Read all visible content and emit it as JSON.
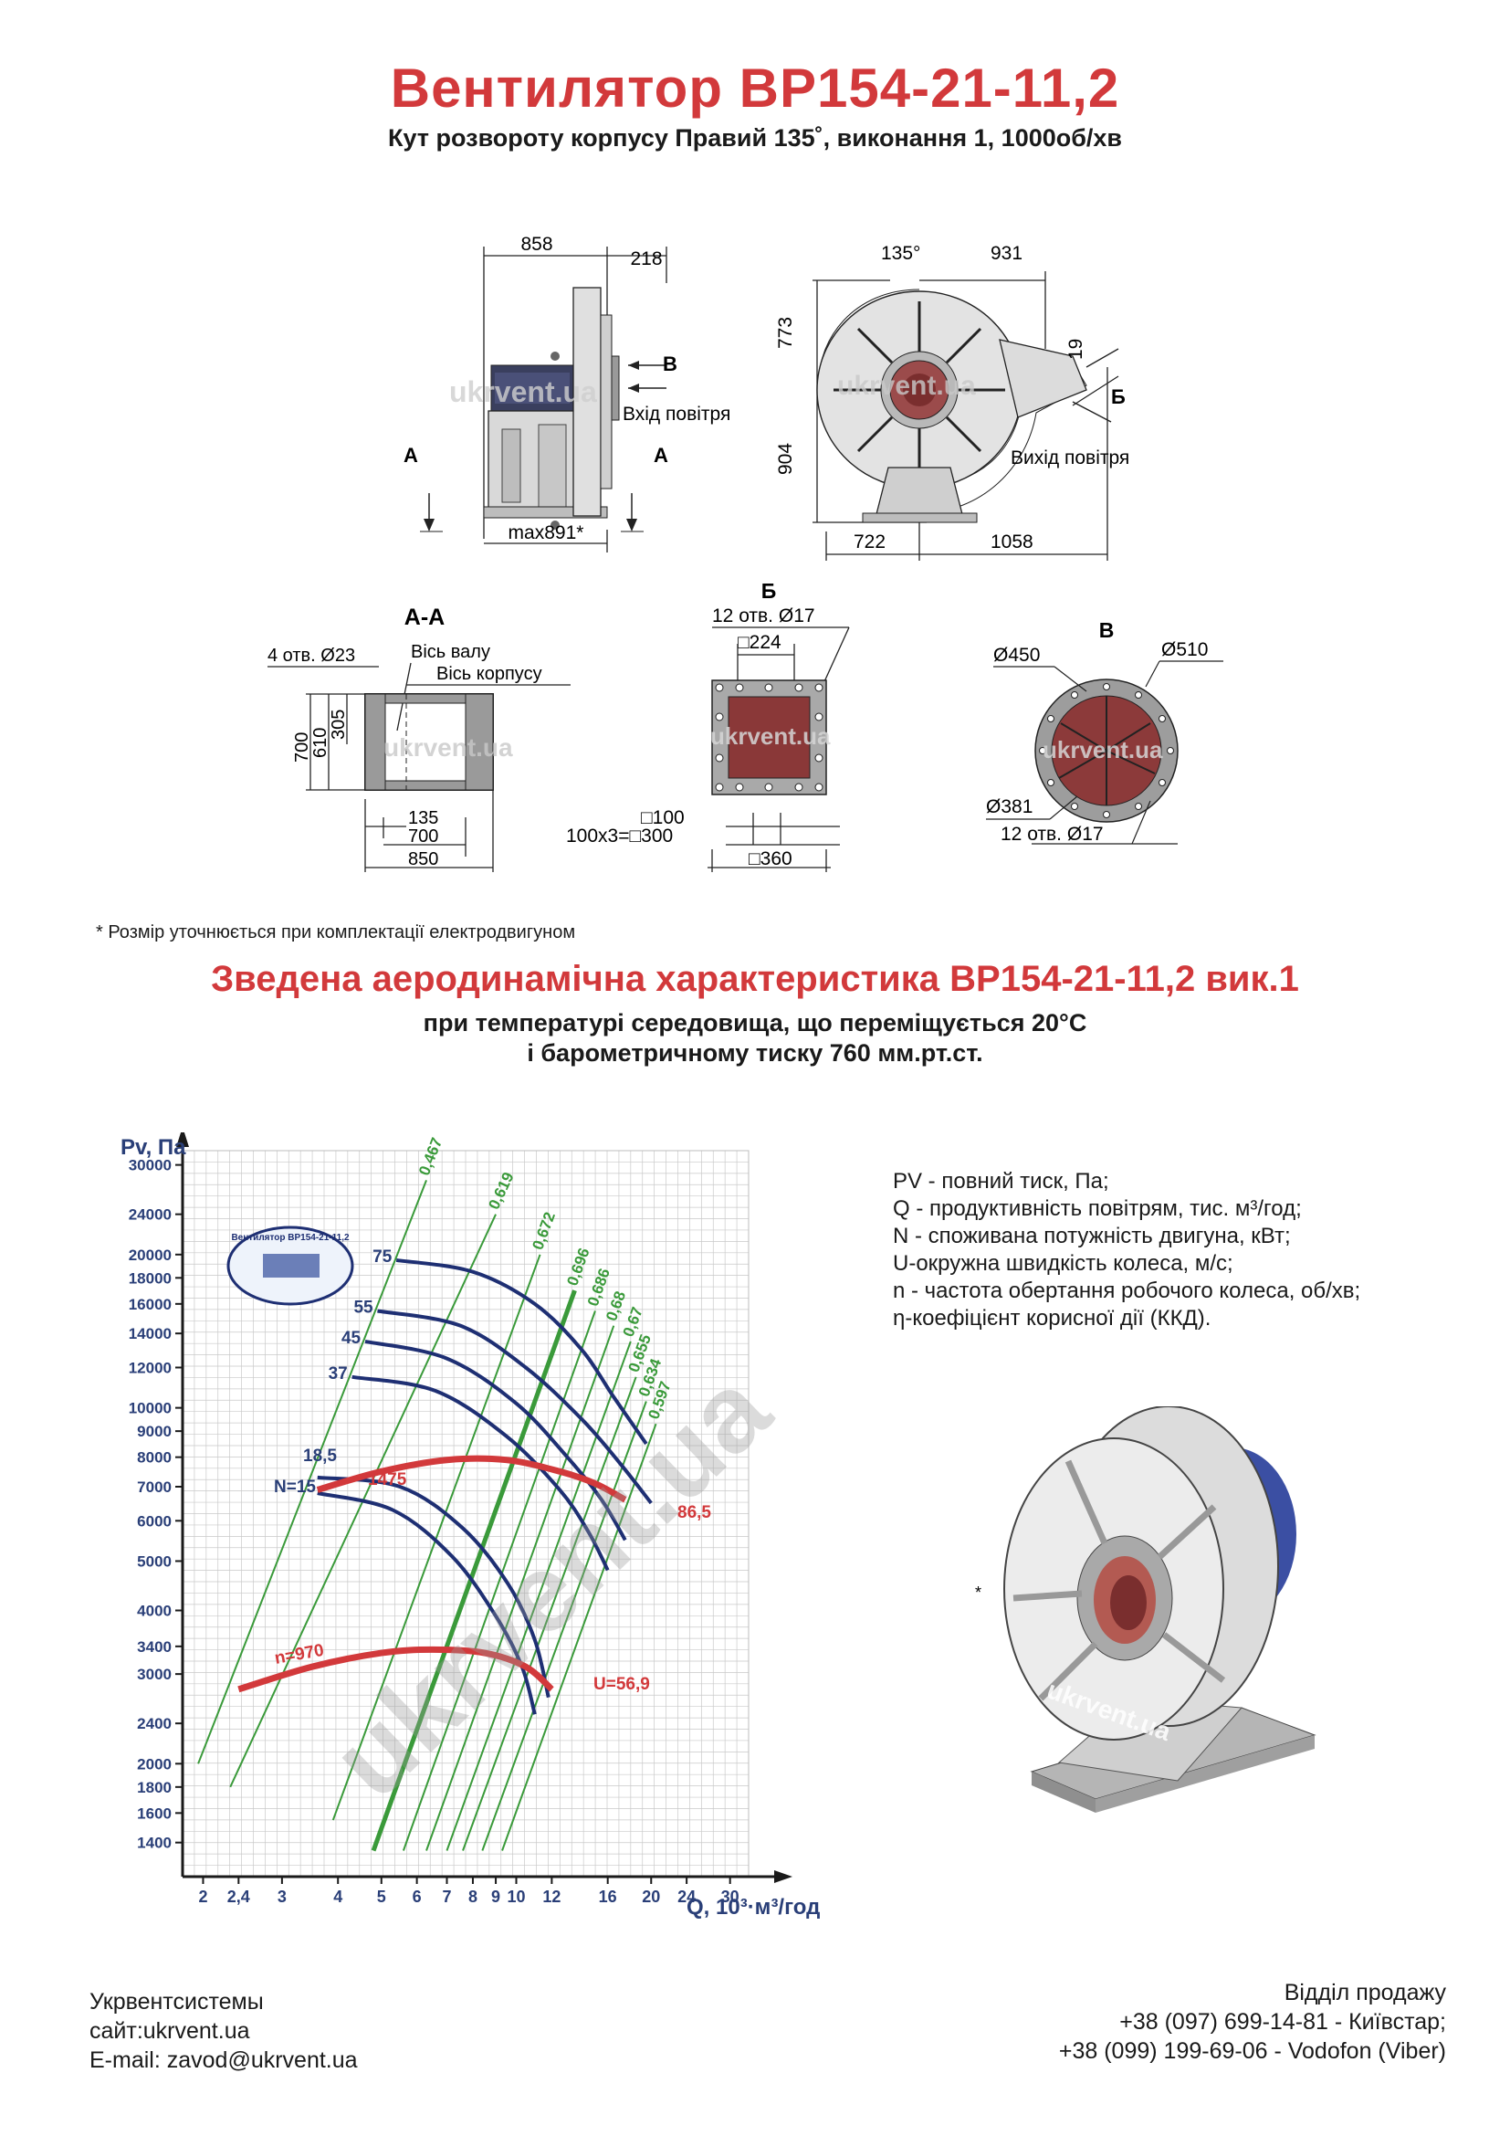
{
  "header": {
    "title": "Вентилятор ВР154-21-11,2",
    "subtitle": "Кут розвороту корпусу Правий 135˚, виконання 1, 1000об/хв"
  },
  "drawing_side": {
    "dim_top": "858",
    "dim_top_right": "218",
    "label_b": "В",
    "inlet_label": "Вхід повітря",
    "label_a_left": "А",
    "label_a_right": "А",
    "dim_bottom": "max891*",
    "watermark": "ukrvent.ua"
  },
  "drawing_front": {
    "angle": "135°",
    "dim_top": "931",
    "dim_left_top": "773",
    "dim_left_bottom": "904",
    "dim_right": "19",
    "label_b": "Б",
    "outlet_label": "Вихід повітря",
    "dim_bottom_left": "722",
    "dim_bottom_right": "1058",
    "watermark": "ukrvent.ua"
  },
  "section_aa": {
    "title": "А-А",
    "holes": "4 отв. Ø23",
    "shaft_axis": "Вісь валу",
    "body_axis": "Вісь корпусу",
    "dim_700_v": "700",
    "dim_610": "610",
    "dim_305": "305",
    "dim_135": "135",
    "dim_700_h": "700",
    "dim_850": "850",
    "watermark": "ukrvent.ua"
  },
  "view_b": {
    "title": "Б",
    "holes": "12 отв. Ø17",
    "dim_224": "□224",
    "dim_100": "□100",
    "dim_300": "100x3=□300",
    "dim_360": "□360",
    "watermark": "ukrvent.ua"
  },
  "view_v": {
    "title": "В",
    "dim_450": "Ø450",
    "dim_510": "Ø510",
    "dim_381": "Ø381",
    "holes": "12 отв. Ø17",
    "watermark": "ukrvent.ua"
  },
  "footnote": "* Розмір уточнюється при комплектації електродвигуном",
  "chart_header": {
    "title": "Зведена аеродинамічна характеристика ВР154-21-11,2 вик.1",
    "line1": "при температурі середовища, що переміщується 20°С",
    "line2": "і барометричному тиску 760 мм.рт.ст."
  },
  "legend": [
    "PV - повний тиск, Па;",
    "Q - продуктивність повітрям, тис. м³/год;",
    "N - споживана потужність двигуна, кВт;",
    "U-окружна швидкість колеса, м/с;",
    "n - частота обертання робочого колеса, об/хв;",
    "η-коефіцієнт корисної дії (ККД)."
  ],
  "photo": {
    "watermark": "ukrvent.ua",
    "star": "*"
  },
  "chart_data": {
    "type": "line",
    "ylabel": "Pv, Па",
    "xlabel": "Q, 10³·м³/год",
    "y_scale": "log",
    "x_scale": "log",
    "ylim": [
      1200,
      32000
    ],
    "xlim": [
      1.8,
      33
    ],
    "grid": true,
    "y_ticks": [
      {
        "label": "30000",
        "v": 30000
      },
      {
        "label": "24000",
        "v": 24000
      },
      {
        "label": "20000",
        "v": 20000
      },
      {
        "label": "18000",
        "v": 18000
      },
      {
        "label": "16000",
        "v": 16000
      },
      {
        "label": "14000",
        "v": 14000
      },
      {
        "label": "12000",
        "v": 12000
      },
      {
        "label": "10000",
        "v": 10000
      },
      {
        "label": "9000",
        "v": 9000
      },
      {
        "label": "8000",
        "v": 8000
      },
      {
        "label": "7000",
        "v": 7000
      },
      {
        "label": "6000",
        "v": 6000
      },
      {
        "label": "5000",
        "v": 5000
      },
      {
        "label": "4000",
        "v": 4000
      },
      {
        "label": "3400",
        "v": 3400
      },
      {
        "label": "3000",
        "v": 3000
      },
      {
        "label": "2400",
        "v": 2400
      },
      {
        "label": "2000",
        "v": 2000
      },
      {
        "label": "1800",
        "v": 1800
      },
      {
        "label": "1600",
        "v": 1600
      },
      {
        "label": "1400",
        "v": 1400
      }
    ],
    "x_ticks": [
      {
        "label": "2",
        "v": 2
      },
      {
        "label": "2,4",
        "v": 2.4
      },
      {
        "label": "3",
        "v": 3
      },
      {
        "label": "4",
        "v": 4
      },
      {
        "label": "5",
        "v": 5
      },
      {
        "label": "6",
        "v": 6
      },
      {
        "label": "7",
        "v": 7
      },
      {
        "label": "8",
        "v": 8
      },
      {
        "label": "9",
        "v": 9
      },
      {
        "label": "10",
        "v": 10
      },
      {
        "label": "12",
        "v": 12
      },
      {
        "label": "16",
        "v": 16
      },
      {
        "label": "20",
        "v": 20
      },
      {
        "label": "24",
        "v": 24
      },
      {
        "label": "30",
        "v": 30
      }
    ],
    "efficiency_lines": [
      {
        "label": "0,467",
        "x": [
          1.95,
          6.3
        ],
        "y": [
          2000,
          28000
        ]
      },
      {
        "label": "0,619",
        "x": [
          2.3,
          9.0
        ],
        "y": [
          1800,
          24000
        ]
      },
      {
        "label": "0,672",
        "x": [
          3.9,
          11.3
        ],
        "y": [
          1550,
          20000
        ]
      },
      {
        "label": "0,696",
        "x": [
          4.8,
          13.5
        ],
        "y": [
          1350,
          17000
        ]
      },
      {
        "label": "0,686",
        "x": [
          5.6,
          15.0
        ],
        "y": [
          1350,
          15500
        ]
      },
      {
        "label": "0,68",
        "x": [
          6.3,
          16.5
        ],
        "y": [
          1350,
          14500
        ]
      },
      {
        "label": "0,67",
        "x": [
          7.0,
          18.0
        ],
        "y": [
          1350,
          13500
        ]
      },
      {
        "label": "0,655",
        "x": [
          7.6,
          18.5
        ],
        "y": [
          1350,
          11500
        ]
      },
      {
        "label": "0,634",
        "x": [
          8.4,
          19.5
        ],
        "y": [
          1350,
          10300
        ]
      },
      {
        "label": "0,597",
        "x": [
          9.3,
          20.5
        ],
        "y": [
          1350,
          9300
        ]
      }
    ],
    "power_curves": [
      {
        "label": "75",
        "x": [
          5.4,
          8,
          11,
          14,
          16.5,
          19.5
        ],
        "y": [
          19500,
          18500,
          16000,
          13000,
          10500,
          8500
        ]
      },
      {
        "label": "55",
        "x": [
          4.9,
          7.5,
          10.5,
          14,
          17,
          20
        ],
        "y": [
          15500,
          14500,
          12000,
          9500,
          7800,
          6500
        ]
      },
      {
        "label": "45",
        "x": [
          4.6,
          7,
          10,
          13,
          15.5,
          17.5
        ],
        "y": [
          13500,
          12500,
          10200,
          8000,
          6600,
          5500
        ]
      },
      {
        "label": "37",
        "x": [
          4.3,
          6.6,
          9.5,
          12.5,
          14.5,
          16
        ],
        "y": [
          11500,
          10800,
          8800,
          6900,
          5700,
          4800
        ]
      },
      {
        "label": "18,5",
        "x": [
          3.6,
          5.5,
          7.6,
          9.6,
          11.0,
          11.8
        ],
        "y": [
          7300,
          7000,
          5800,
          4500,
          3500,
          2700
        ]
      },
      {
        "label": "N=15",
        "x": [
          3.6,
          5.3,
          7.2,
          9.0,
          10.3,
          11.0
        ],
        "y": [
          6800,
          6300,
          5100,
          3900,
          3100,
          2500
        ]
      }
    ],
    "speed_curves": [
      {
        "label": "n=1475",
        "end_label": "86,5",
        "x": [
          3.6,
          5,
          7,
          9.5,
          12.5,
          15,
          17.5
        ],
        "y": [
          6900,
          7500,
          7900,
          7900,
          7500,
          7100,
          6600
        ]
      },
      {
        "label": "n=970",
        "end_label": "U=56,9",
        "x": [
          2.4,
          3.5,
          5,
          6.5,
          8.5,
          10.5,
          12
        ],
        "y": [
          2800,
          3100,
          3300,
          3350,
          3300,
          3100,
          2800
        ]
      }
    ],
    "colors": {
      "grid": "#c9c9c9",
      "efficiency": "#3a9a3a",
      "power": "#1e2f73",
      "speed": "#d2393b",
      "axis": "#1a1a1a",
      "tick_label": "#2a3f78"
    }
  },
  "chart_labels": {
    "n1475": "1475",
    "n970": "n=970",
    "end86": "86,5",
    "u569": "U=56,9",
    "n15": "N=15",
    "n185": "18,5",
    "watermark": "ukrvent.ua",
    "stamp": "Вентилятор ВР154-21-11,2"
  },
  "footer": {
    "company": "Укрвентсистемы",
    "site": "сайт:ukrvent.ua",
    "email": "E-mail: zavod@ukrvent.ua",
    "sales_title": "Відділ продажу",
    "phone1": "+38 (097) 699-14-81 - Київстар;",
    "phone2": "+38 (099) 199-69-06 - Vodofon (Viber)"
  }
}
